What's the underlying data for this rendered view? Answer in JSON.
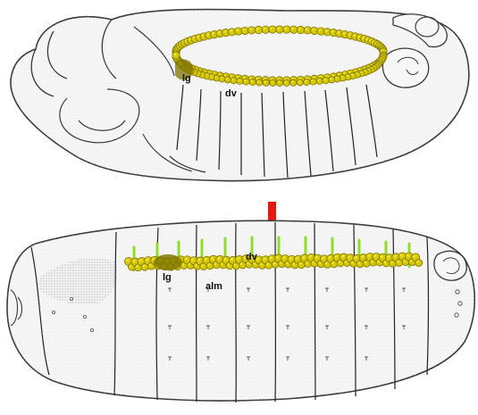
{
  "labels": {
    "top_lg": "lg",
    "top_dv": "dv",
    "bottom_dv": "dv",
    "bottom_lg": "lg",
    "bottom_alm": "alm"
  },
  "colors": {
    "vessel": "#d6c800",
    "vessel_dark": "#7d7400",
    "vessel_light": "#f0e640",
    "alary_muscle": "#8fdc2a",
    "arrow": "#e41a10",
    "outline": "#3a3a3a",
    "body_fill": "#f7f7f7",
    "stipple": "#b9b9b9",
    "segment_line": "#222222"
  },
  "icons": {
    "pointer": "red-arrow-down"
  }
}
